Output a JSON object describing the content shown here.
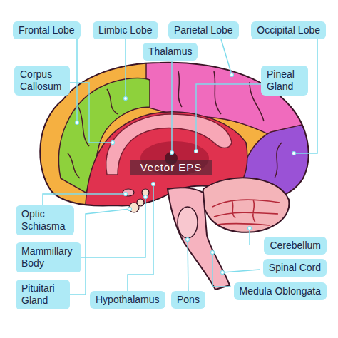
{
  "diagram": {
    "nodes": [
      {
        "text": [
          "Frontal Lobe"
        ]
      },
      {
        "text": [
          "Limbic Lobe"
        ]
      },
      {
        "text": [
          "Parietal Lobe"
        ]
      },
      {
        "text": [
          "Occipital Lobe"
        ]
      },
      {
        "text": [
          "Thalamus"
        ]
      },
      {
        "text": [
          "Corpus Callosum"
        ]
      },
      {
        "text": [
          "Pineal Gland"
        ]
      },
      {
        "text": [
          "Optic Schiasma"
        ]
      },
      {
        "text": [
          "Cerebellum"
        ]
      },
      {
        "text": [
          "Mammillary Body"
        ]
      },
      {
        "text": [
          "Spinal Cord"
        ]
      },
      {
        "text": [
          "Pituitari Gland"
        ]
      },
      {
        "text": [
          "Hypothalamus"
        ]
      },
      {
        "text": [
          "Pons"
        ]
      },
      {
        "text": [
          "Medula Oblongata"
        ]
      }
    ],
    "labels": [
      "Vector EPS"
    ]
  }
}
